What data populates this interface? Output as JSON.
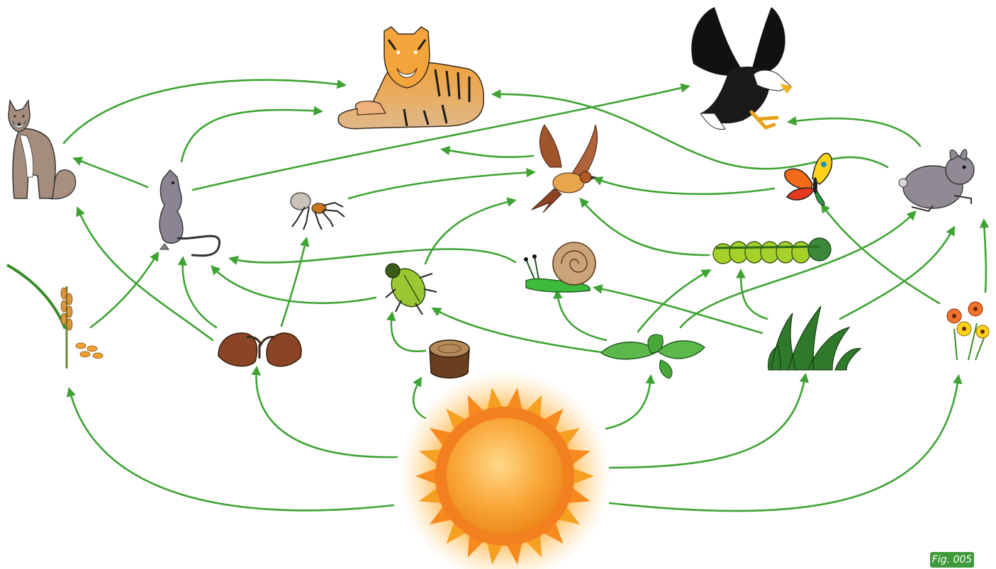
{
  "figure": {
    "label": "Fig. 005"
  },
  "colors": {
    "arrow": "#3ea333",
    "badge": "#3e9a3a"
  },
  "organisms": [
    {
      "id": "fox",
      "icon": "fox-icon"
    },
    {
      "id": "tiger",
      "icon": "tiger-icon"
    },
    {
      "id": "eagle",
      "icon": "eagle-icon"
    },
    {
      "id": "mouse",
      "icon": "mouse-icon"
    },
    {
      "id": "spider",
      "icon": "spider-icon"
    },
    {
      "id": "bird",
      "icon": "bird-icon"
    },
    {
      "id": "butterfly",
      "icon": "butterfly-icon"
    },
    {
      "id": "rabbit",
      "icon": "rabbit-icon"
    },
    {
      "id": "snail",
      "icon": "snail-icon"
    },
    {
      "id": "caterpillar",
      "icon": "caterpillar-icon"
    },
    {
      "id": "beetle",
      "icon": "beetle-icon"
    },
    {
      "id": "wheat",
      "icon": "wheat-icon"
    },
    {
      "id": "acorns",
      "icon": "acorns-icon"
    },
    {
      "id": "wood",
      "icon": "wood-stump-icon"
    },
    {
      "id": "leaves",
      "icon": "leaves-icon"
    },
    {
      "id": "grass",
      "icon": "grass-icon"
    },
    {
      "id": "flowers",
      "icon": "flowers-icon"
    },
    {
      "id": "sun",
      "icon": "sun-icon"
    }
  ],
  "links": [
    [
      "sun",
      "wheat"
    ],
    [
      "sun",
      "acorns"
    ],
    [
      "sun",
      "wood"
    ],
    [
      "sun",
      "leaves"
    ],
    [
      "sun",
      "grass"
    ],
    [
      "sun",
      "flowers"
    ],
    [
      "wheat",
      "mouse"
    ],
    [
      "wheat",
      "fox"
    ],
    [
      "acorns",
      "mouse"
    ],
    [
      "acorns",
      "spider"
    ],
    [
      "acorns",
      "fox"
    ],
    [
      "wood",
      "beetle"
    ],
    [
      "leaves",
      "beetle"
    ],
    [
      "leaves",
      "snail"
    ],
    [
      "leaves",
      "caterpillar"
    ],
    [
      "leaves",
      "rabbit"
    ],
    [
      "grass",
      "snail"
    ],
    [
      "grass",
      "caterpillar"
    ],
    [
      "grass",
      "rabbit"
    ],
    [
      "flowers",
      "butterfly"
    ],
    [
      "flowers",
      "rabbit"
    ],
    [
      "beetle",
      "mouse"
    ],
    [
      "beetle",
      "bird"
    ],
    [
      "snail",
      "mouse"
    ],
    [
      "caterpillar",
      "bird"
    ],
    [
      "butterfly",
      "bird"
    ],
    [
      "spider",
      "bird"
    ],
    [
      "mouse",
      "fox"
    ],
    [
      "mouse",
      "tiger"
    ],
    [
      "mouse",
      "eagle"
    ],
    [
      "fox",
      "tiger"
    ],
    [
      "bird",
      "tiger"
    ],
    [
      "rabbit",
      "eagle"
    ],
    [
      "rabbit",
      "tiger"
    ]
  ]
}
